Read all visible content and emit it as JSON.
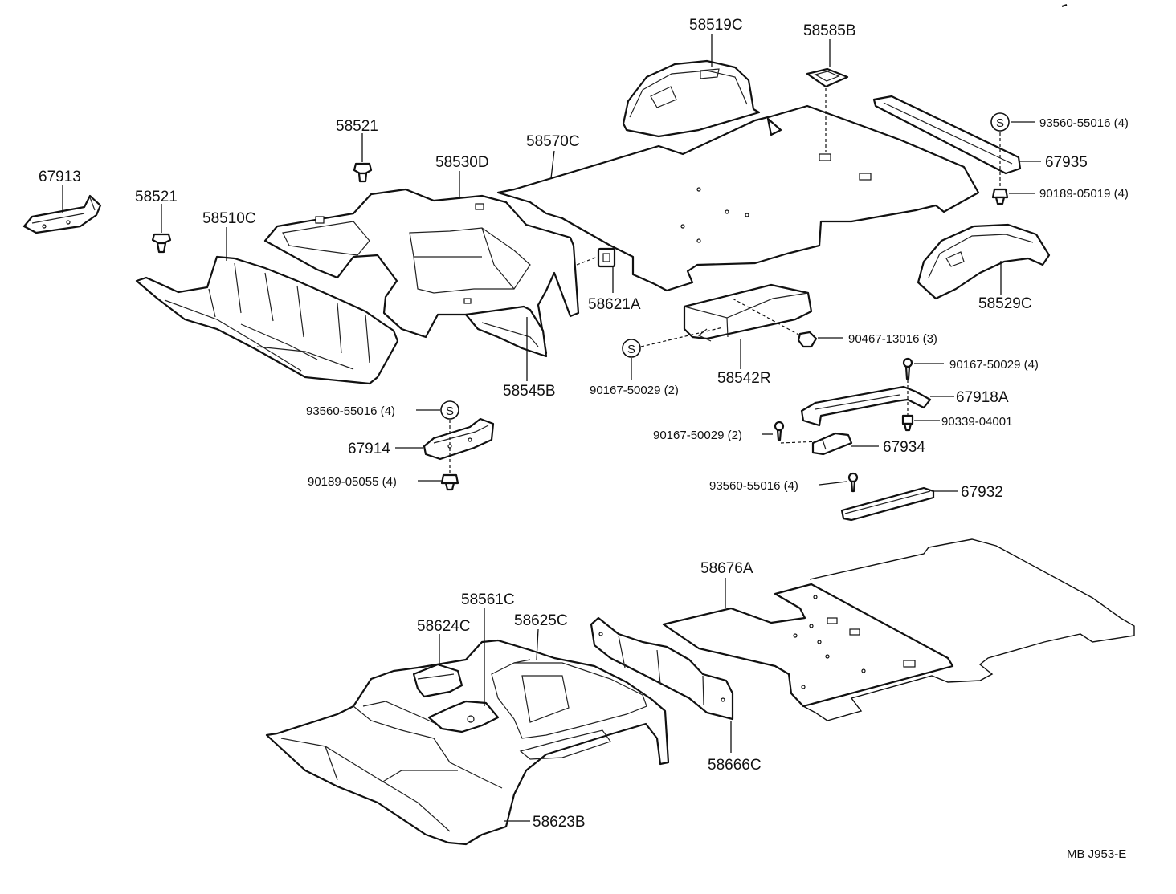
{
  "diagram": {
    "reference_code": "MB  J953-E",
    "parts": {
      "p58519C": "58519C",
      "p58585B": "58585B",
      "p93560_top": "93560-55016 (4)",
      "p67935": "67935",
      "p90189_05019": "90189-05019 (4)",
      "p58570C": "58570C",
      "p58530D": "58530D",
      "p58521_a": "58521",
      "p58521_b": "58521",
      "p67913": "67913",
      "p58510C": "58510C",
      "p58621A": "58621A",
      "p58529C": "58529C",
      "p90467": "90467-13016 (3)",
      "p58542R": "58542R",
      "p90167_mid": "90167-50029 (2)",
      "p58545B": "58545B",
      "p90167_right": "90167-50029 (4)",
      "p67918A": "67918A",
      "p90339": "90339-04001",
      "p93560_left": "93560-55016 (4)",
      "p67914": "67914",
      "p90189_05055": "90189-05055 (4)",
      "p90167_low": "90167-50029 (2)",
      "p67934": "67934",
      "p93560_low": "93560-55016 (4)",
      "p67932": "67932",
      "p58676A": "58676A",
      "p58561C": "58561C",
      "p58624C": "58624C",
      "p58625C": "58625C",
      "p58666C": "58666C",
      "p58623B": "58623B"
    },
    "symbols": {
      "s_marker": "S"
    }
  }
}
